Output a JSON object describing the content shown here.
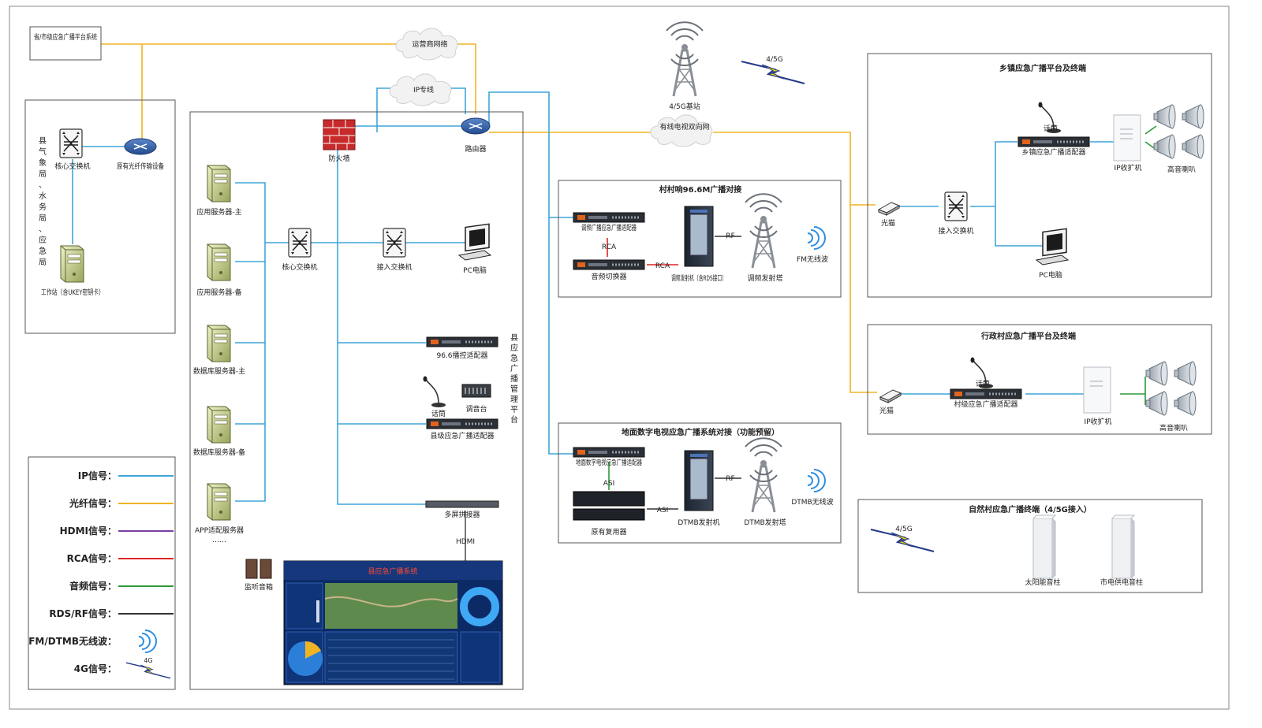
{
  "colors": {
    "ip": "#3ea6d8",
    "fiber": "#f0b323",
    "hdmi": "#7b3fa6",
    "rca": "#e02424",
    "audio": "#2e9a3a",
    "rds": "#333333",
    "wireless": "#2f8fe0",
    "g4": "#f2d400"
  },
  "top": {
    "provincial_platform": "省/市级应急广播平台系统",
    "cloud_operator": "运营商网络",
    "cloud_ip": "IP专线",
    "cloud_cable": "有线电视双向网",
    "tower_4g_label": "4/5G基站",
    "bolt_4g_label": "4/5G"
  },
  "left_box": {
    "vertical_title": "县气象局、水务局、应急局",
    "core_switch": "核心交换机",
    "fiber_device": "原有光纤传输设备",
    "workstation": "工作站（含UKEY密钥卡）"
  },
  "center": {
    "firewall": "防火墙",
    "router": "路由器",
    "servers": [
      "应用服务器-主",
      "应用服务器-备",
      "数据库服务器-主",
      "数据库服务器-备",
      "APP适配服务器"
    ],
    "ellipsis": "……",
    "core_switch": "核心交换机",
    "access_switch": "接入交换机",
    "pc": "PC电脑",
    "adapter_96": "96.6播控适配器",
    "mic": "话筒",
    "mixer": "调音台",
    "county_adapter": "县级应急广播适配器",
    "splicer": "多屏拼接器",
    "hdmi": "HDMI",
    "speaker": "监听音箱",
    "platform_vertical": "县应急广播管理平台",
    "screen_title": "县应急广播系统"
  },
  "fm_box": {
    "title": "村村响96.6M广播对接",
    "adapter": "调频广播应急广播适配器",
    "rca": "RCA",
    "rca2": "RCA",
    "switcher": "音频切换器",
    "transmitter": "调频发射机（含RDS接口）",
    "rf": "RF",
    "tower": "调频发射塔",
    "wave": "FM无线波"
  },
  "dtmb_box": {
    "title": "地面数字电视应急广播系统对接（功能预留）",
    "adapter": "地面数字电视应急广播适配器",
    "asi": "ASI",
    "asi2": "ASI",
    "mux": "原有复用器",
    "transmitter": "DTMB发射机",
    "rf": "RF",
    "tower": "DTMB发射塔",
    "wave": "DTMB无线波"
  },
  "town_box": {
    "title": "乡镇应急广播平台及终端",
    "mic": "话筒",
    "adapter": "乡镇应急广播适配器",
    "onu": "光猫",
    "switch": "接入交换机",
    "pc": "PC电脑",
    "ip_amp": "IP收扩机",
    "horn": "高音喇叭"
  },
  "village_box": {
    "title": "行政村应急广播平台及终端",
    "mic": "话筒",
    "adapter": "村级应急广播适配器",
    "onu": "光猫",
    "ip_amp": "IP收扩机",
    "horn": "高音喇叭"
  },
  "natural_box": {
    "title": "自然村应急广播终端（4/5G接入）",
    "bolt_label": "4/5G",
    "col1": "太阳能音柱",
    "col2": "市电供电音柱"
  },
  "legend": {
    "items": [
      {
        "label": "IP信号：",
        "color": "#3ea6d8",
        "kind": "line"
      },
      {
        "label": "光纤信号：",
        "color": "#f0b323",
        "kind": "line"
      },
      {
        "label": "HDMI信号：",
        "color": "#7b3fa6",
        "kind": "line"
      },
      {
        "label": "RCA信号：",
        "color": "#e02424",
        "kind": "line"
      },
      {
        "label": "音频信号：",
        "color": "#2e9a3a",
        "kind": "line"
      },
      {
        "label": "RDS/RF信号：",
        "color": "#333333",
        "kind": "line"
      },
      {
        "label": "FM/DTMB无线波：",
        "color": "#2f8fe0",
        "kind": "wave"
      },
      {
        "label": "4G信号：",
        "color": "#f2d400",
        "kind": "bolt"
      }
    ],
    "bolt_text": "4G"
  }
}
